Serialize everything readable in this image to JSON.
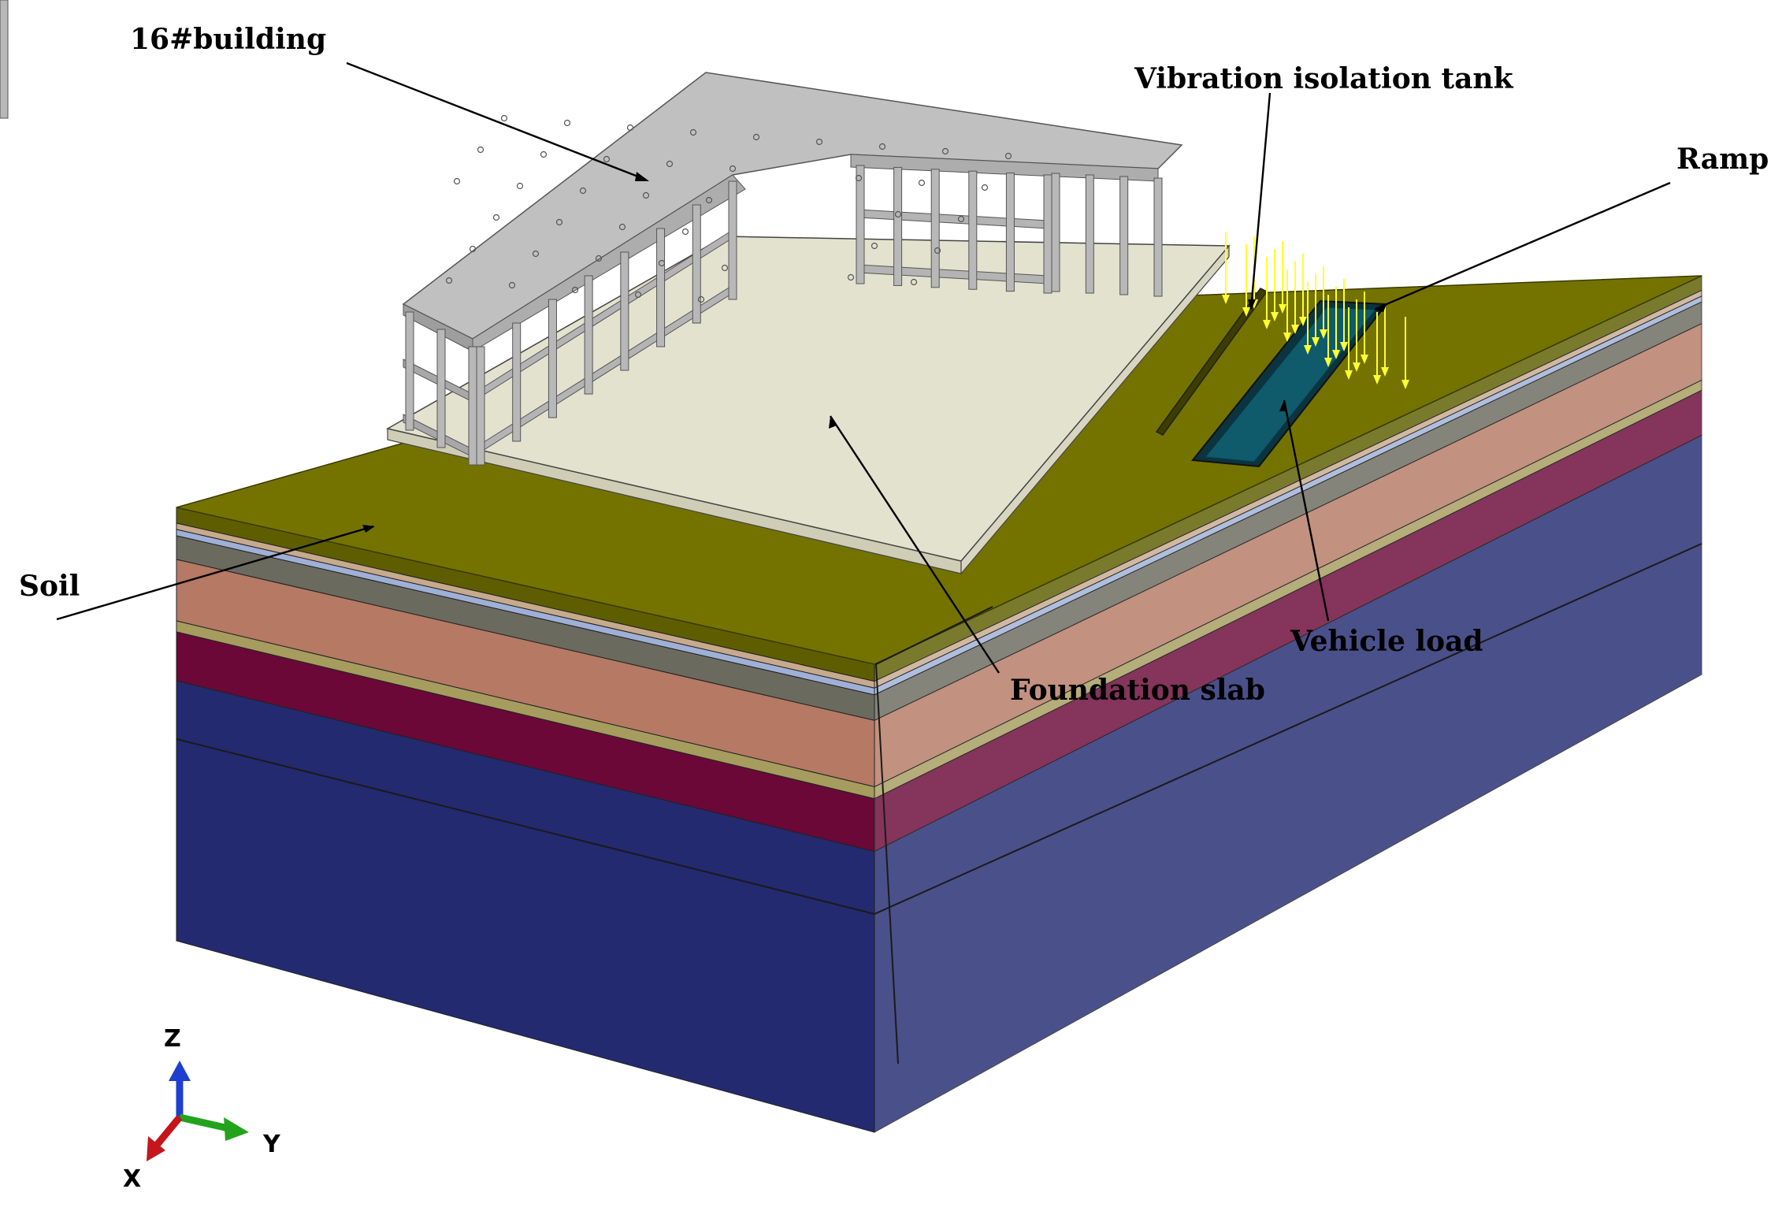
{
  "labels": {
    "building": "16#building",
    "tank": "Vibration isolation tank",
    "ramp": "Ramp",
    "soil": "Soil",
    "vehicle_load": "Vehicle load",
    "foundation_slab": "Foundation slab"
  },
  "axes": {
    "z": "Z",
    "y": "Y",
    "x": "X"
  },
  "colors": {
    "soil_top": "#747300",
    "soil_top_edge": "#5e5e00",
    "layer_tan": "#c7a98c",
    "layer_blue": "#9fb0d6",
    "layer_grey": "#6b6a5e",
    "layer_salmon": "#b57964",
    "layer_olive": "#a59c5e",
    "layer_maroon": "#6b0838",
    "layer_navy": "#232a70",
    "slab": "#e3e2cf",
    "building": "#c0c0c0",
    "ramp": "#0f5a6b",
    "load_arrow": "#ffff33",
    "axis_z": "#1f3fd0",
    "axis_y": "#22a31b",
    "axis_x": "#c4161b"
  }
}
